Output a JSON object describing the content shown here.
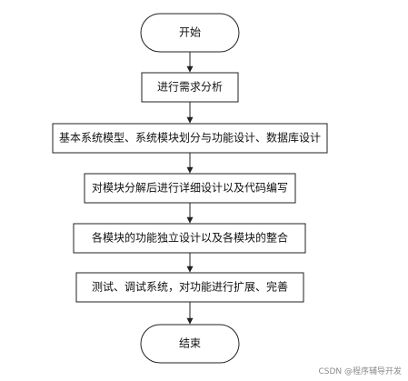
{
  "flowchart": {
    "start": "开始",
    "steps": [
      "进行需求分析",
      "基本系统模型、系统模块划分与功能设计、数据库设计",
      "对模块分解后进行详细设计以及代码编写",
      "各模块的功能独立设计以及各模块的整合",
      "测试、调试系统，对功能进行扩展、完善"
    ],
    "end": "结束"
  },
  "watermark": "CSDN @程序辅导开发",
  "colors": {
    "stroke": "#222222",
    "text": "#111111",
    "background": "#ffffff"
  }
}
